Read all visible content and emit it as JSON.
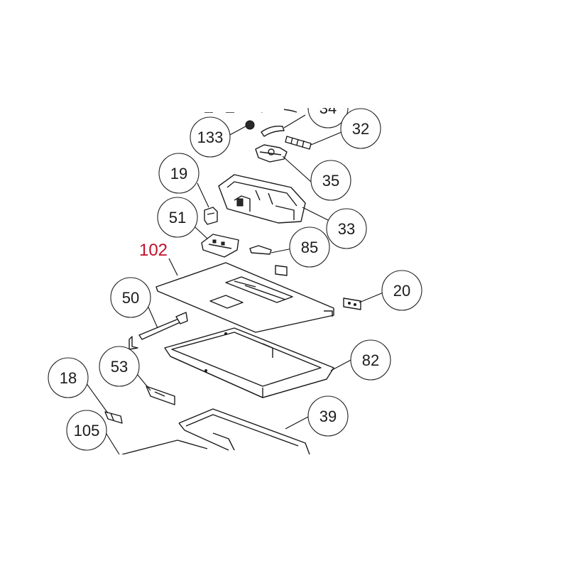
{
  "callouts": [
    {
      "id": "c34",
      "label": "34"
    },
    {
      "id": "c133",
      "label": "133"
    },
    {
      "id": "c32",
      "label": "32"
    },
    {
      "id": "c19",
      "label": "19"
    },
    {
      "id": "c35",
      "label": "35"
    },
    {
      "id": "c51",
      "label": "51"
    },
    {
      "id": "c33",
      "label": "33"
    },
    {
      "id": "c85",
      "label": "85"
    },
    {
      "id": "c20",
      "label": "20"
    },
    {
      "id": "c50",
      "label": "50"
    },
    {
      "id": "c82",
      "label": "82"
    },
    {
      "id": "c53",
      "label": "53"
    },
    {
      "id": "c18",
      "label": "18"
    },
    {
      "id": "c39",
      "label": "39"
    },
    {
      "id": "c105",
      "label": "105"
    }
  ],
  "highlight": {
    "label": "102",
    "color": "#c0102a"
  }
}
